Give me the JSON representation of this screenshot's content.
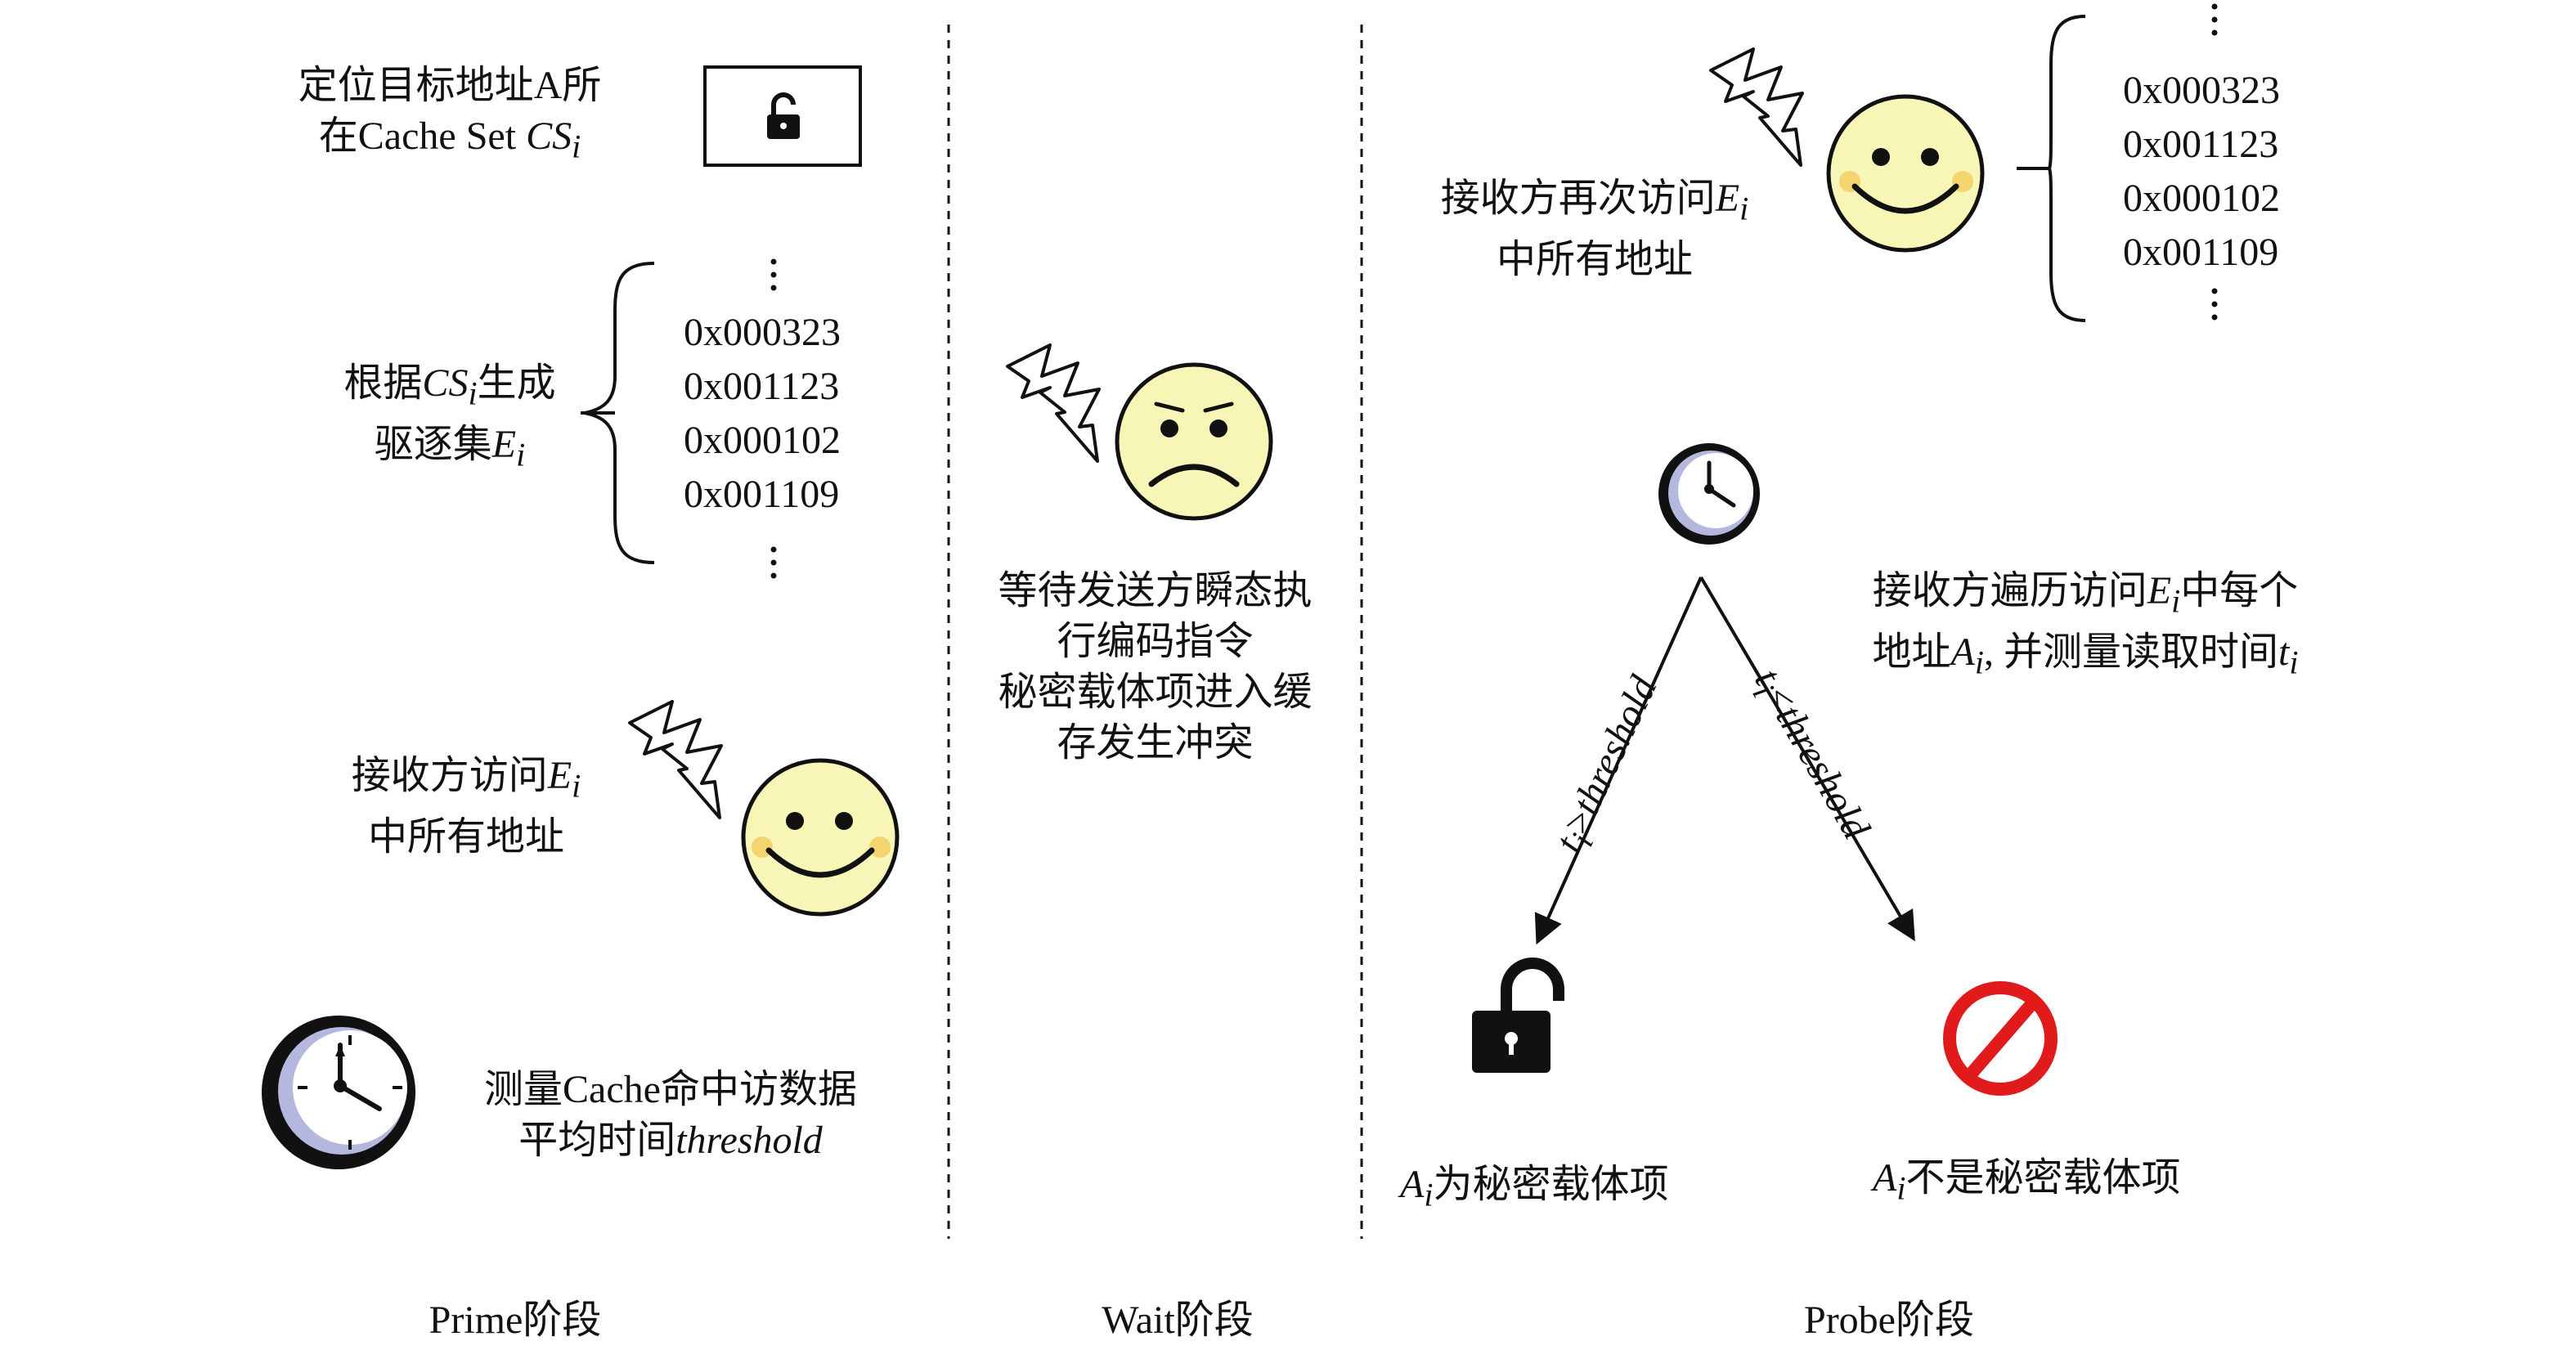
{
  "prime": {
    "locate": {
      "line1": "定位目标地址A所",
      "line2_pre": "在Cache Set ",
      "line2_var": "CS",
      "line2_sub": "i"
    },
    "evict": {
      "l1_pre": "根据",
      "l1_var": "CS",
      "l1_sub": "i",
      "l1_post": "生成",
      "l2_pre": "驱逐集",
      "l2_var": "E",
      "l2_sub": "i"
    },
    "addresses": [
      "0x000323",
      "0x001123",
      "0x000102",
      "0x001109"
    ],
    "access": {
      "l1_pre": "接收方访问",
      "l1_var": "E",
      "l1_sub": "i",
      "l2": "中所有地址"
    },
    "measure": {
      "line1": "测量Cache命中访数据",
      "line2_pre": "平均时间",
      "line2_var": "threshold"
    },
    "label": "Prime阶段"
  },
  "wait": {
    "lines": [
      "等待发送方瞬态执",
      "行编码指令",
      "秘密载体项进入缓",
      "存发生冲突"
    ],
    "label": "Wait阶段"
  },
  "probe": {
    "access_again": {
      "l1_pre": "接收方再次访问",
      "l1_var": "E",
      "l1_sub": "i",
      "l2": "中所有地址"
    },
    "addresses": [
      "0x000323",
      "0x001123",
      "0x000102",
      "0x001109"
    ],
    "traverse": {
      "l1_pre": "接收方遍历访问",
      "l1_var": "E",
      "l1_sub": "i",
      "l1_post": "中每个",
      "l2_pre": "地址",
      "l2_var": "A",
      "l2_sub": "i",
      "l2_mid": ", 并测量读取时间",
      "l2_var2": "t",
      "l2_sub2": "i"
    },
    "branch_left": {
      "var": "t",
      "sub": "i",
      "op": "≥",
      "word": "threshold"
    },
    "branch_right": {
      "var": "t",
      "sub": "i",
      "op": "<",
      "word": "threshold"
    },
    "result_left": {
      "var": "A",
      "sub": "i",
      "text": "为秘密载体项"
    },
    "result_right": {
      "var": "A",
      "sub": "i",
      "text": "不是秘密载体项"
    },
    "label": "Probe阶段"
  }
}
